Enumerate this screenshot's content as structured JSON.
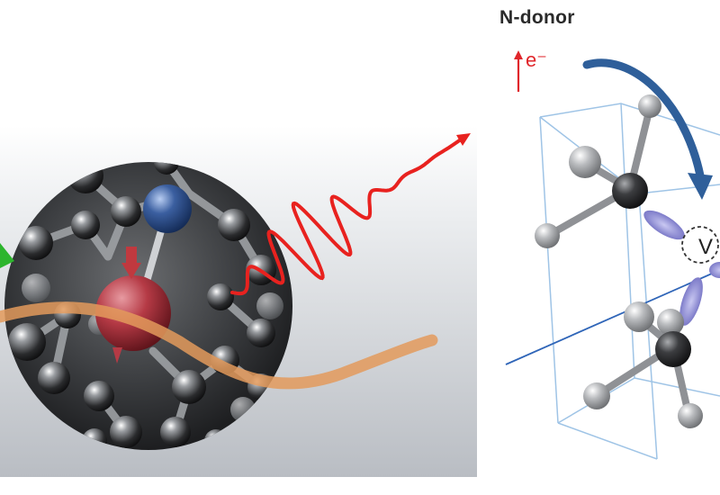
{
  "labels": {
    "n_donor": "N-donor",
    "electron": "e⁻",
    "vacancy": "V"
  },
  "colors": {
    "electron_red": "#e0262b",
    "curved_arrow_blue": "#2f5f9a",
    "orbital_purple": "#7a78c8",
    "cell_lines": "#9fc4e6",
    "photon_red": "#e8221f",
    "spin_red": "#b53a45",
    "nitrogen_blue": "#3b5fa0",
    "green_marker": "#2db52d",
    "orange_track": "#e39a5c"
  },
  "icons": {
    "electron_arrow": "up-arrow-icon",
    "photon_arrow": "wavy-arrow-icon",
    "hop_arrow": "curved-arrow-icon"
  }
}
